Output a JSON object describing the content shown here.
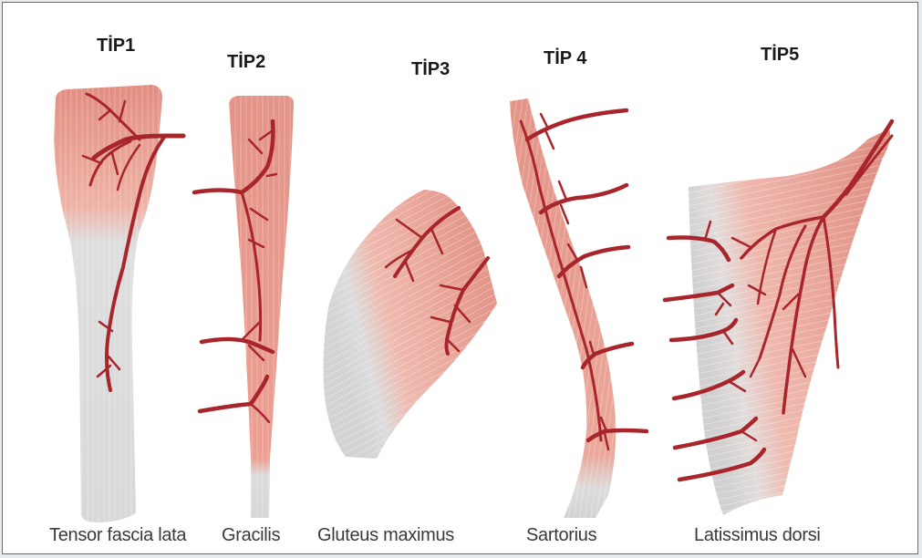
{
  "colors": {
    "muscle": "#e59a8e",
    "muscle_light": "#f2c4b9",
    "tendon": "#dcdcdc",
    "vessel": "#a8262b",
    "fiber": "#c9776d"
  },
  "types": [
    {
      "label": "TİP1",
      "muscle": "Tensor fascia lata"
    },
    {
      "label": "TİP2",
      "muscle": "Gracilis"
    },
    {
      "label": "TİP3",
      "muscle": "Gluteus maximus"
    },
    {
      "label": "TİP 4",
      "muscle": "Sartorius"
    },
    {
      "label": "TİP5",
      "muscle": "Latissimus dorsi"
    }
  ]
}
